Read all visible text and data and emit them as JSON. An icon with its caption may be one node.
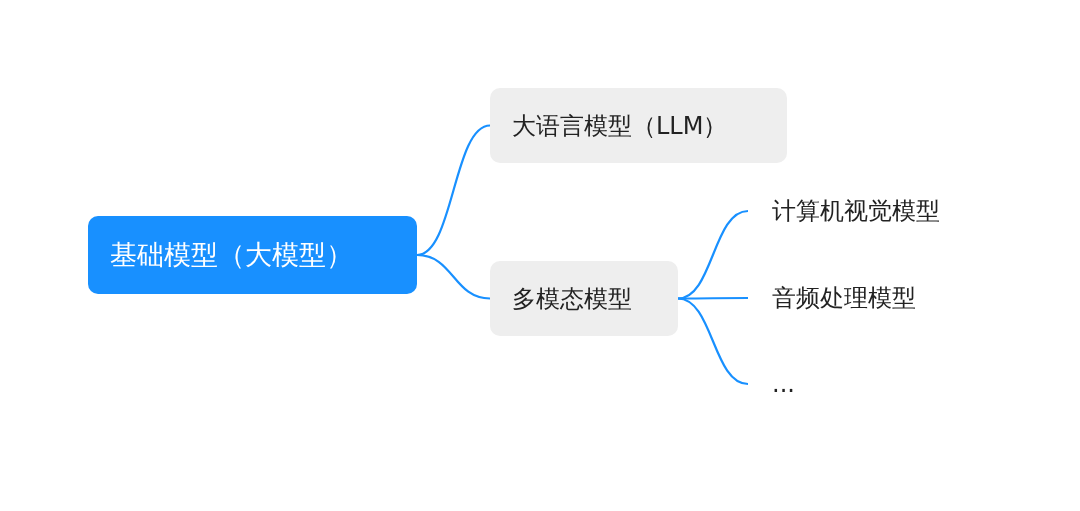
{
  "diagram": {
    "nodes": [
      {
        "text": [
          "基础模型（大模型）"
        ]
      },
      {
        "text": [
          "大语言模型（LLM）"
        ]
      },
      {
        "text": [
          "多模态模型"
        ]
      },
      {
        "text": [
          "计算机视觉模型"
        ]
      },
      {
        "text": [
          "音频处理模型"
        ]
      },
      {
        "text": [
          "..."
        ]
      }
    ],
    "edges": [
      {
        "from": 0,
        "to": 1,
        "arrow": "none"
      },
      {
        "from": 0,
        "to": 2,
        "arrow": "none"
      },
      {
        "from": 2,
        "to": 3,
        "arrow": "none"
      },
      {
        "from": 2,
        "to": 4,
        "arrow": "none"
      },
      {
        "from": 2,
        "to": 5,
        "arrow": "none"
      }
    ]
  }
}
